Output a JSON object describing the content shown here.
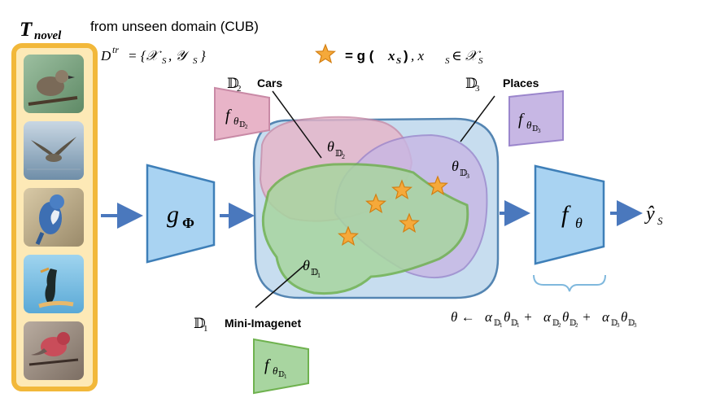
{
  "header": {
    "task_symbol": "T",
    "task_subscript": "novel",
    "domain_note": "from unseen domain (CUB)",
    "support_def_lhs": "D",
    "support_def_sup": "tr",
    "support_def_rhs": "= {𝒳",
    "support_def_rhs_s": "S",
    "support_def_mid": ", 𝒴",
    "support_def_mid_s": "S",
    "support_def_end": "}",
    "star_def_eq": "= g (",
    "star_def_x": "x",
    "star_def_x_s": "S",
    "star_def_close": ")",
    "star_def_cond": ",   x",
    "star_def_cond_s": "S",
    "star_def_in": " ∈ 𝒳",
    "star_def_in_s": "S"
  },
  "bird_images": [
    {
      "name": "bird-photo-vireo",
      "subject": "small grey bird on branch"
    },
    {
      "name": "bird-photo-gull",
      "subject": "seabird over water"
    },
    {
      "name": "bird-photo-jay",
      "subject": "blue jay"
    },
    {
      "name": "bird-photo-cormorant",
      "subject": "cormorant on branch"
    },
    {
      "name": "bird-photo-finch",
      "subject": "red finch on branch"
    }
  ],
  "encoder": {
    "label": "g",
    "subscript": "Φ"
  },
  "domains": [
    {
      "id": "d1",
      "blackboard": "𝔻",
      "index": "1",
      "name": "Mini-Imagenet",
      "param": "θ",
      "param_sub": "𝔻",
      "param_sub_idx": "1",
      "head": "f",
      "head_sub": "θ",
      "head_sub2": "𝔻",
      "head_sub_idx": "1",
      "color": "#a8d5a0",
      "stroke": "#6fb24f"
    },
    {
      "id": "d2",
      "blackboard": "𝔻",
      "index": "2",
      "name": "Cars",
      "param": "θ",
      "param_sub": "𝔻",
      "param_sub_idx": "2",
      "head": "f",
      "head_sub": "θ",
      "head_sub2": "𝔻",
      "head_sub_idx": "2",
      "color": "#e8b4c8",
      "stroke": "#c98aa6"
    },
    {
      "id": "d3",
      "blackboard": "𝔻",
      "index": "3",
      "name": "Places",
      "param": "θ",
      "param_sub": "𝔻",
      "param_sub_idx": "3",
      "head": "f",
      "head_sub": "θ",
      "head_sub2": "𝔻",
      "head_sub_idx": "3",
      "color": "#c7b7e4",
      "stroke": "#9b86cc"
    }
  ],
  "classifier": {
    "label": "f",
    "subscript": "θ"
  },
  "output": {
    "label": "ŷ",
    "subscript": "S"
  },
  "update_rule": {
    "lhs": "θ ← ",
    "terms": [
      {
        "alpha": "α",
        "idx": "1",
        "theta": "θ",
        "plus": " + "
      },
      {
        "alpha": "α",
        "idx": "2",
        "theta": "θ",
        "plus": " + "
      },
      {
        "alpha": "α",
        "idx": "3",
        "theta": "θ",
        "plus": ""
      }
    ],
    "sub": "𝔻"
  },
  "colors": {
    "bird_panel_border": "#f2b83a",
    "bird_panel_fill": "#fde9b6",
    "encoder_fill": "#a9d3f2",
    "encoder_stroke": "#3e7fb8",
    "arrow": "#4a78bd",
    "space_fill": "#c5dcef",
    "space_stroke": "#4b7fae",
    "star_fill": "#f5a93a",
    "star_stroke": "#d47f12",
    "bracket": "#7fb8dd"
  },
  "stars": [
    {
      "u": 0.0,
      "v": 0.0
    },
    {
      "u": 0.0,
      "v": 0.0
    }
  ]
}
